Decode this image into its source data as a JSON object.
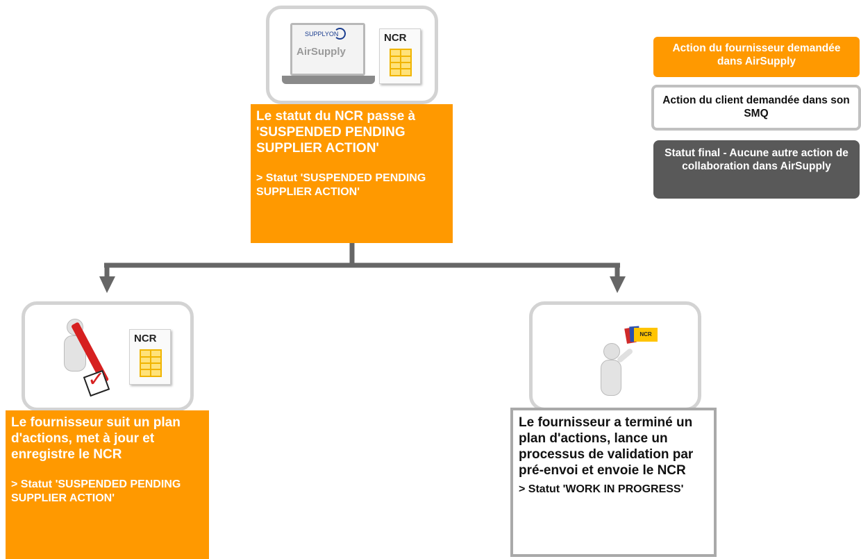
{
  "legend": {
    "supplier_action": "Action du fournisseur demandée dans AirSupply",
    "customer_action": "Action du client demandée dans son SMQ",
    "final_status": "Statut final - Aucune autre action de collaboration dans AirSupply"
  },
  "top_step": {
    "logo_brand": "SUPPLYON",
    "logo_app": "AirSupply",
    "doc_label": "NCR",
    "text": "Le statut du NCR passe à 'SUSPENDED PENDING SUPPLIER ACTION'",
    "status": "> Statut 'SUSPENDED PENDING SUPPLIER ACTION'"
  },
  "left_step": {
    "doc_label": "NCR",
    "text": "Le fournisseur suit un plan d'actions, met à jour et enregistre le NCR",
    "status": "> Statut 'SUSPENDED PENDING SUPPLIER ACTION'"
  },
  "right_step": {
    "doc_label": "NCR",
    "text": "Le fournisseur a terminé un plan d'actions, lance un processus de validation par pré-envoi et envoie le NCR",
    "status": "> Statut 'WORK IN PROGRESS'"
  },
  "colors": {
    "supplier_action": "#ff9900",
    "customer_action": "#ffffff",
    "final_status": "#595959",
    "connector": "#666666"
  }
}
